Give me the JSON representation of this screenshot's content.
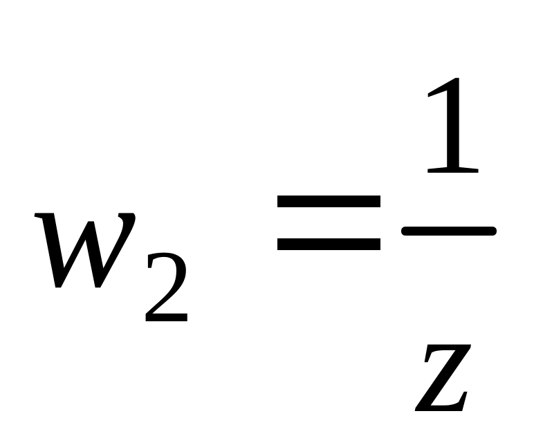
{
  "formula": {
    "lhs_variable": "w",
    "lhs_subscript": "2",
    "operator": "=",
    "numerator": "1",
    "denominator": "z"
  }
}
